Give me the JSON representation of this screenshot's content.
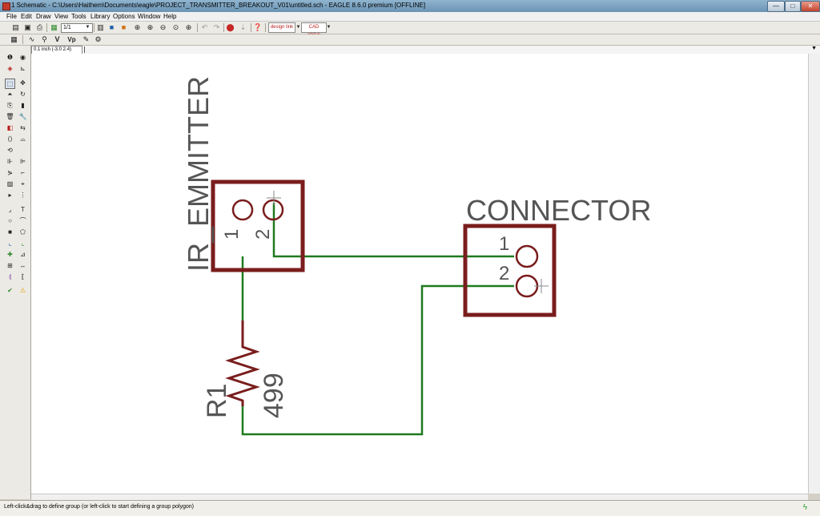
{
  "window": {
    "title": "1 Schematic - C:\\Users\\Haithem\\Documents\\eagle\\PROJECT_TRANSMITTER_BREAKOUT_V01\\untitled.sch - EAGLE 8.6.0 premium [OFFLINE]",
    "min_glyph": "—",
    "max_glyph": "□",
    "close_glyph": "✕"
  },
  "menu": [
    "File",
    "Edit",
    "Draw",
    "View",
    "Tools",
    "Library",
    "Options",
    "Window",
    "Help"
  ],
  "toolbar": {
    "sheet_value": "1/1",
    "logo1": "design link",
    "logo2": "CAD 2PRO"
  },
  "toolbar2": {
    "labels": [
      "V",
      "Vp"
    ]
  },
  "coordinate_display": "0.1 inch (-3.0 2.4)",
  "schematic": {
    "ir_emitter_label": "IR_EMMITTER",
    "ir_pin1": "1",
    "ir_pin2": "2",
    "connector_label": "CONNECTOR",
    "conn_pin1": "1",
    "conn_pin2": "2",
    "resistor_name": "R1",
    "resistor_value": "499",
    "colors": {
      "part": "#7a1d1d",
      "wire": "#1f7a1f",
      "text": "#555555"
    }
  },
  "status": {
    "message": "Left-click&drag to define group (or left-click to start defining a group polygon)"
  },
  "icons": {
    "toolbar": [
      "open-icon",
      "save-icon",
      "print-icon",
      "cam-icon",
      "zoom-fit-icon",
      "zoom-in-icon",
      "zoom-out-icon",
      "zoom-select-icon",
      "undo-icon",
      "redo-icon",
      "stop-icon",
      "go-icon",
      "help-icon"
    ],
    "palette": [
      "info-icon",
      "show-icon",
      "layer-icon",
      "mark-icon",
      "move-icon",
      "group-icon",
      "rotate-icon",
      "mirror-icon",
      "copy-icon",
      "paste-icon",
      "delete-icon",
      "change-icon"
    ]
  }
}
